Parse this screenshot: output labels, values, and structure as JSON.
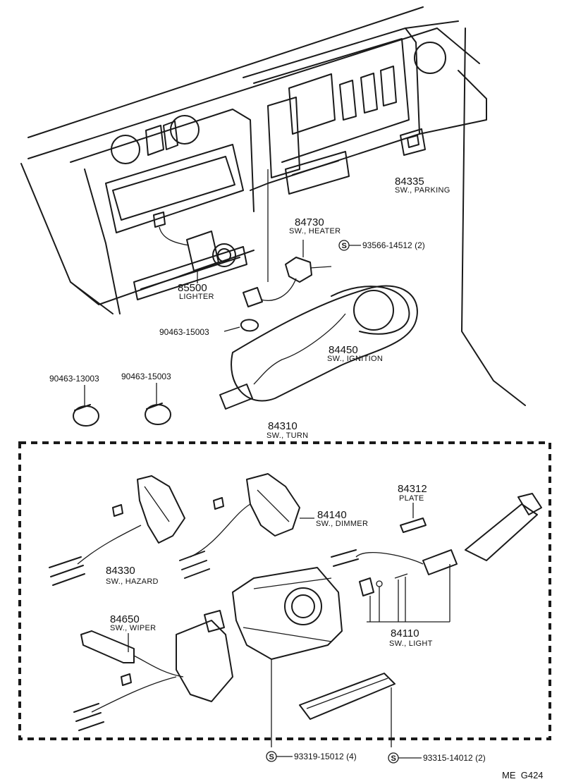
{
  "parts": {
    "p84335": {
      "number": "84335",
      "name": "SW., PARKING"
    },
    "p84730": {
      "number": "84730",
      "name": "SW., HEATER"
    },
    "p85500": {
      "number": "85500",
      "name": "LIGHTER"
    },
    "p84450": {
      "number": "84450",
      "name": "SW., IGNITION"
    },
    "p84310": {
      "number": "84310",
      "name": "SW., TURN"
    },
    "p84312": {
      "number": "84312",
      "name": "PLATE"
    },
    "p84140": {
      "number": "84140",
      "name": "SW., DIMMER"
    },
    "p84330": {
      "number": "84330",
      "name": "SW., HAZARD"
    },
    "p84650": {
      "number": "84650",
      "name": "SW., WIPER"
    },
    "p84110": {
      "number": "84110",
      "name": "SW., LIGHT"
    }
  },
  "clamps": {
    "c1": "90463-15003",
    "c2": "90463-13003",
    "c3": "90463-15003"
  },
  "screws": {
    "s1": {
      "symbol": "S",
      "part": "93566-14512 (2)"
    },
    "s2": {
      "symbol": "S",
      "part": "93319-15012 (4)"
    },
    "s3": {
      "symbol": "S",
      "part": "93315-14012 (2)"
    }
  },
  "figure_code": "ME  G424"
}
